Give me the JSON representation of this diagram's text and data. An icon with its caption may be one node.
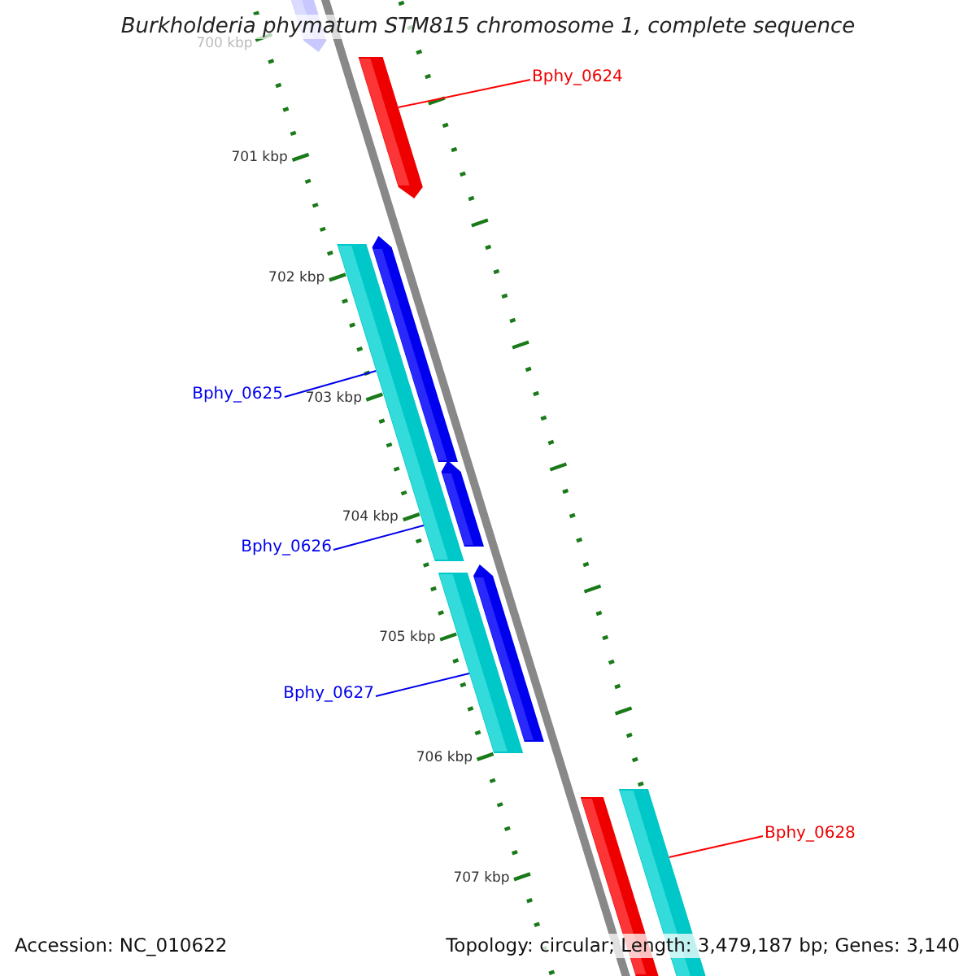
{
  "diagram": {
    "title": "Burkholderia phymatum STM815 chromosome 1, complete sequence",
    "nodes": [
      {
        "text": [
          "Bphy_0624"
        ]
      },
      {
        "text": [
          "Bphy_0625"
        ]
      },
      {
        "text": [
          "Bphy_0626"
        ]
      },
      {
        "text": [
          "Bphy_0627"
        ]
      },
      {
        "text": [
          "Bphy_0628"
        ]
      },
      {
        "text": [],
        "shape": "bar"
      },
      {
        "text": [],
        "shape": "bar"
      },
      {
        "text": [],
        "shape": "bar"
      },
      {
        "text": [],
        "shape": "bar"
      }
    ],
    "edges": [
      {
        "from": 0,
        "to": 5,
        "arrow": "none",
        "color": "#ff0000"
      },
      {
        "from": 1,
        "to": 6,
        "arrow": "none"
      },
      {
        "from": 2,
        "to": 6,
        "arrow": "none"
      },
      {
        "from": 3,
        "to": 7,
        "arrow": "none"
      },
      {
        "from": 4,
        "to": 8,
        "arrow": "none",
        "color": "#ff0000"
      }
    ],
    "labels": [
      "700 kbp",
      "701 kbp",
      "702 kbp",
      "703 kbp",
      "704 kbp",
      "705 kbp",
      "706 kbp",
      "707 kbp",
      "Accession: NC_010622",
      "Topology: circular; Length: 3,479,187 bp; Genes: 3,140"
    ]
  }
}
